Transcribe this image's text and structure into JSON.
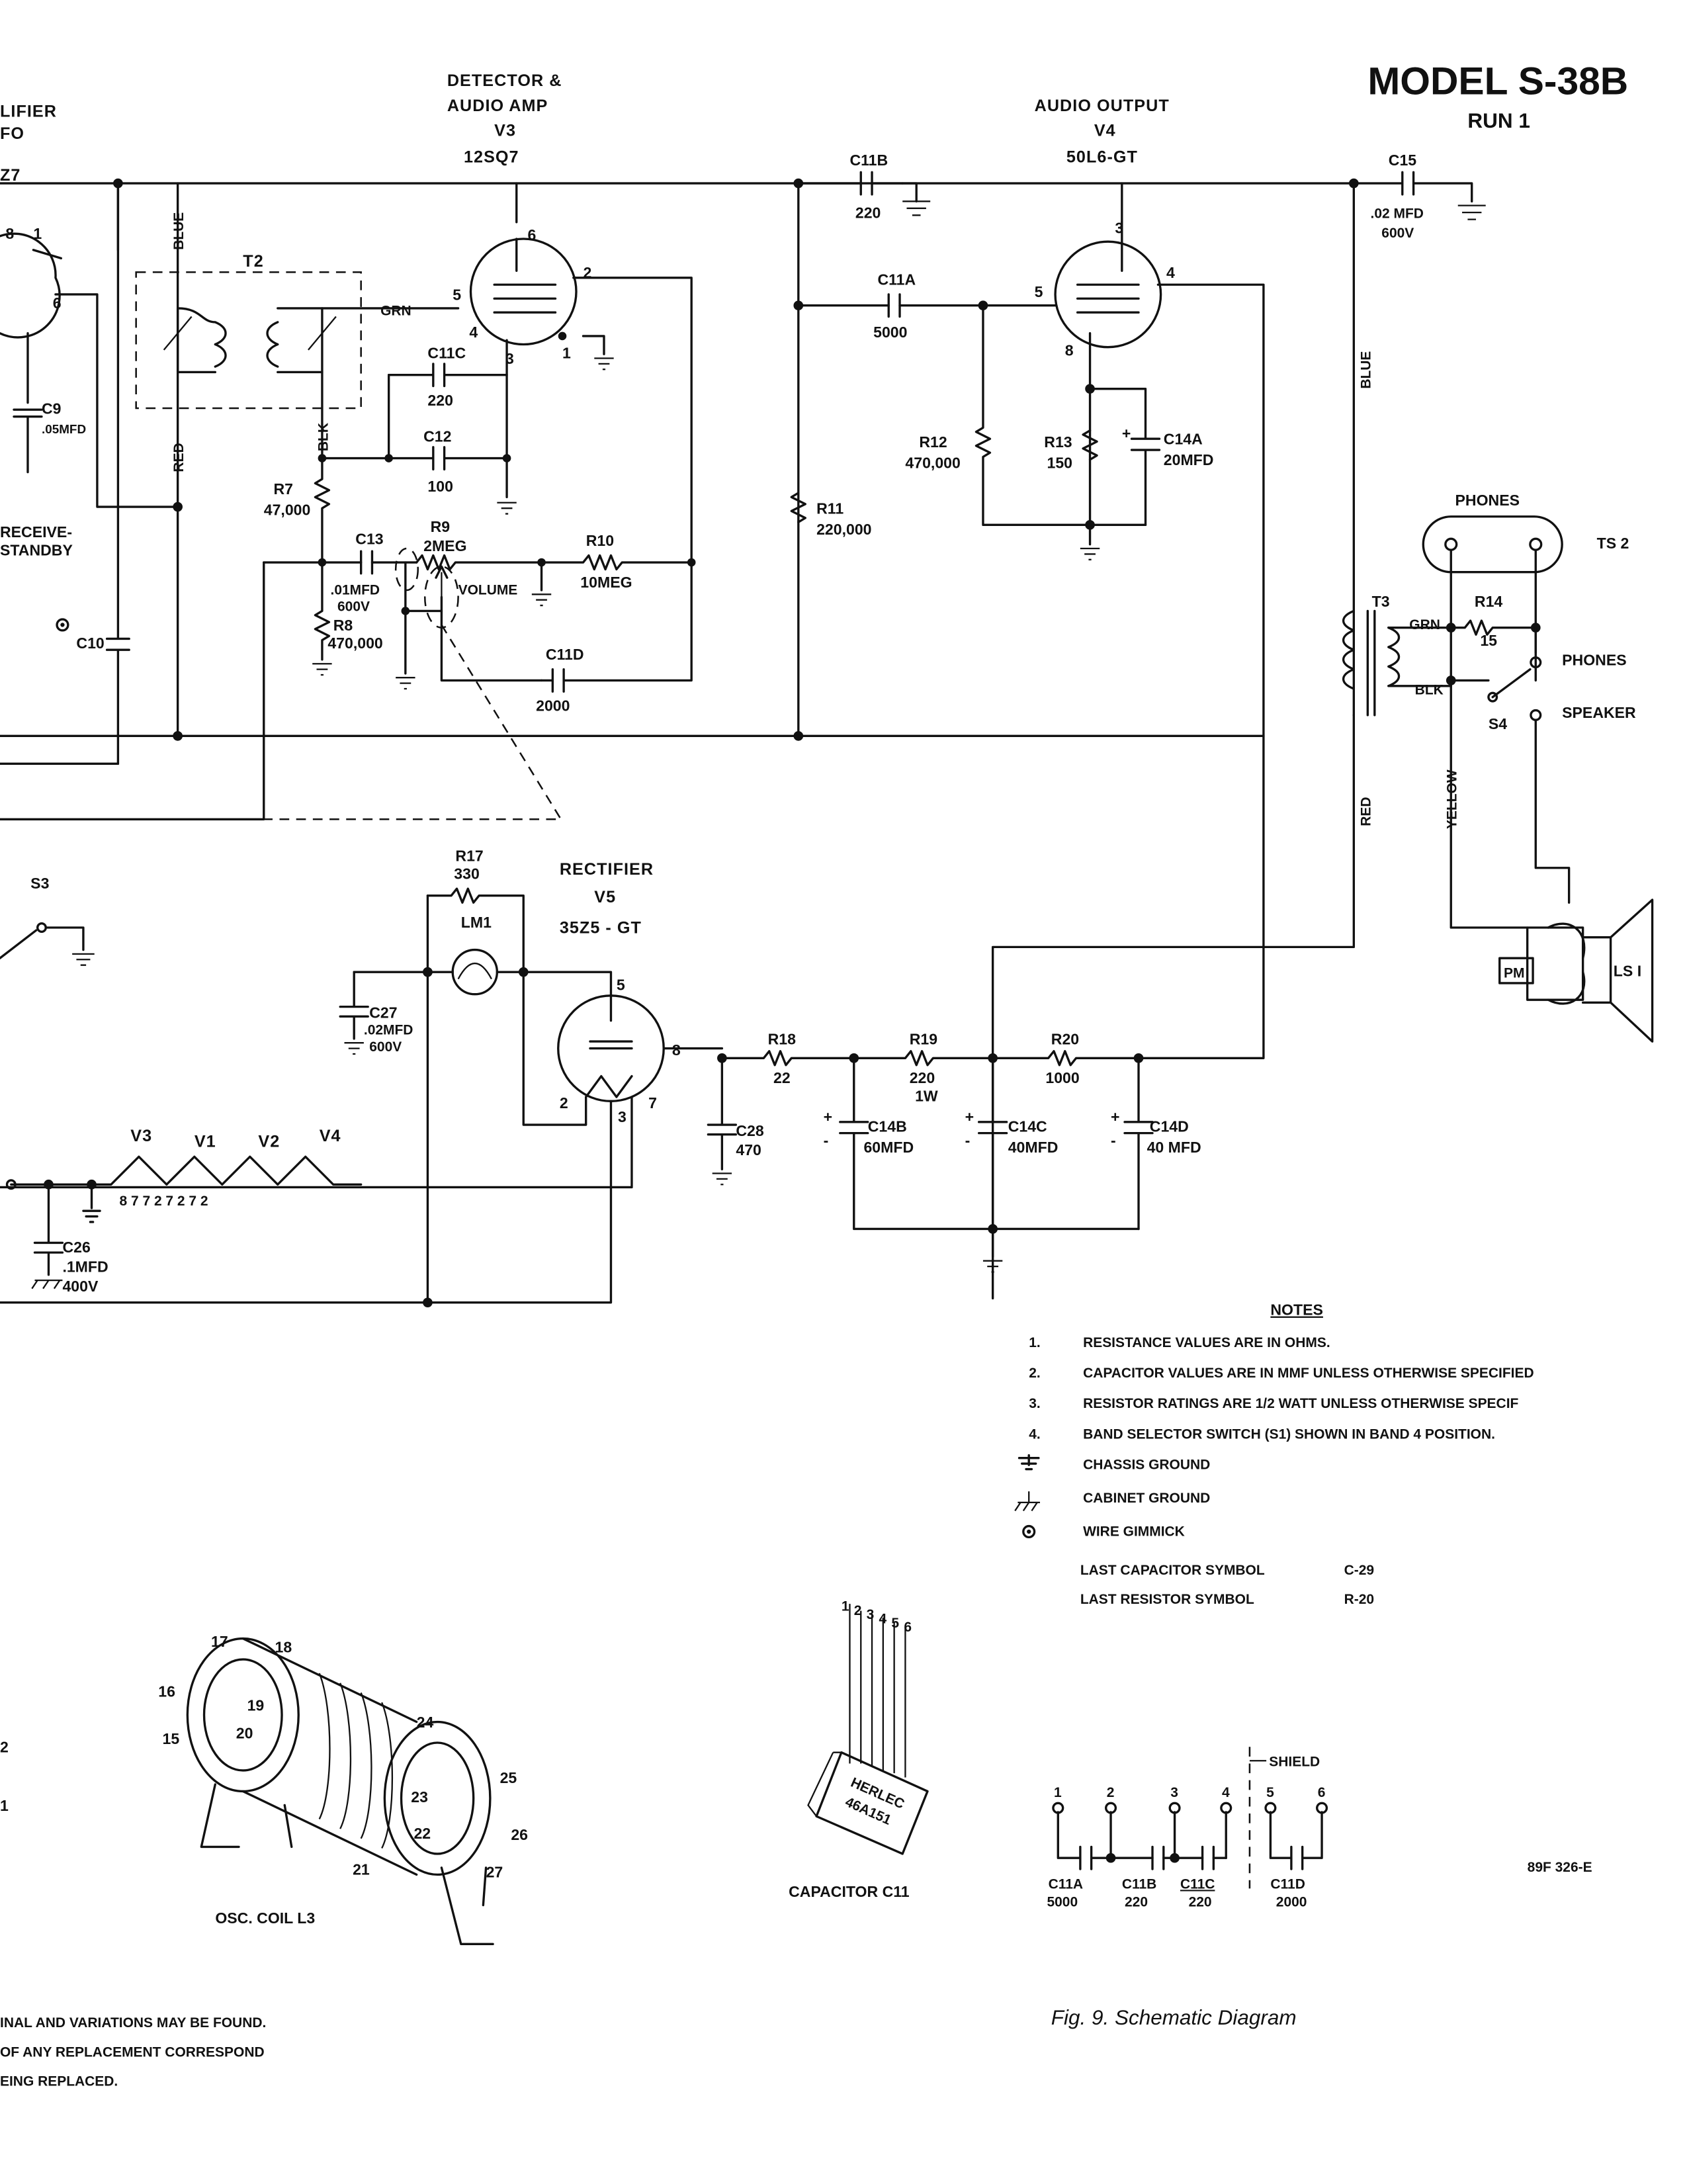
{
  "header": {
    "model": "MODEL S-38B",
    "run": "RUN 1"
  },
  "stages": {
    "left_partial_1": "LIFIER",
    "left_partial_2": "FO",
    "left_partial_3": "Z7",
    "detector_line1": "DETECTOR &",
    "detector_line2": "AUDIO AMP",
    "detector_tube": "V3",
    "detector_type": "12SQ7",
    "output_line1": "AUDIO OUTPUT",
    "output_tube": "V4",
    "output_type": "50L6-GT",
    "rectifier_line1": "RECTIFIER",
    "rectifier_tube": "V5",
    "rectifier_type": "35Z5 - GT"
  },
  "components": {
    "c11b": "C11B",
    "c11b_val": "220",
    "c11a": "C11A",
    "c11a_val": "5000",
    "c11c": "C11C",
    "c11c_val": "220",
    "c12": "C12",
    "c12_val": "100",
    "c15": "C15",
    "c15_val1": ".02 MFD",
    "c15_val2": "600V",
    "r12": "R12",
    "r12_val": "470,000",
    "r13": "R13",
    "r13_val": "150",
    "c14a": "C14A",
    "c14a_val": "20MFD",
    "r11": "R11",
    "r11_val": "220,000",
    "r7": "R7",
    "r7_val": "47,000",
    "r8": "R8",
    "r8_val": "470,000",
    "c13": "C13",
    "c13_val1": ".01MFD",
    "c13_val2": "600V",
    "r9": "R9",
    "r9_val": "2MEG",
    "volume": "VOLUME",
    "r10": "R10",
    "r10_val": "10MEG",
    "c11d": "C11D",
    "c11d_val": "2000",
    "c9": "C9",
    "c9_val": ".05MFD",
    "c10": "C10",
    "t2": "T2",
    "t3": "T3",
    "r14": "R14",
    "r14_val": "15",
    "r17": "R17",
    "r17_val": "330",
    "lm1": "LM1",
    "c27": "C27",
    "c27_val1": ".02MFD",
    "c27_val2": "600V",
    "r18": "R18",
    "r18_val": "22",
    "r19": "R19",
    "r19_val1": "220",
    "r19_val2": "1W",
    "r20": "R20",
    "r20_val": "1000",
    "c28": "C28",
    "c28_val": "470",
    "c14b": "C14B",
    "c14b_val": "60MFD",
    "c14c": "C14C",
    "c14c_val": "40MFD",
    "c14d": "C14D",
    "c14d_val": "40 MFD",
    "c26": "C26",
    "c26_val1": ".1MFD",
    "c26_val2": "400V",
    "s3": "S3",
    "s4": "S4",
    "ts2": "TS 2",
    "ls1": "LS I",
    "pm": "PM"
  },
  "wires": {
    "blue": "BLUE",
    "red": "RED",
    "blk": "BLK",
    "grn": "GRN",
    "yellow": "YELLOW",
    "blue2": "BLUE",
    "red2": "RED",
    "grn2": "GRN",
    "blk2": "BLK"
  },
  "switch": {
    "phones_title": "PHONES",
    "phones": "PHONES",
    "speaker": "SPEAKER",
    "receive": "RECEIVE-",
    "standby": "STANDBY"
  },
  "filament": {
    "v3": "V3",
    "v1": "V1",
    "v2": "V2",
    "v4": "V4",
    "pins": "8   7 7   2 7   2 7   2"
  },
  "notes": {
    "title": "NOTES",
    "items": [
      {
        "num": "1.",
        "text": "RESISTANCE VALUES ARE IN OHMS."
      },
      {
        "num": "2.",
        "text": "CAPACITOR VALUES ARE IN MMF UNLESS OTHERWISE SPECIFIED"
      },
      {
        "num": "3.",
        "text": "RESISTOR RATINGS ARE 1/2 WATT UNLESS OTHERWISE SPECIF"
      },
      {
        "num": "4.",
        "text": "BAND SELECTOR SWITCH (S1) SHOWN IN BAND 4 POSITION."
      }
    ],
    "chassis": "CHASSIS GROUND",
    "cabinet": "CABINET GROUND",
    "gimmick": "WIRE GIMMICK",
    "last_cap_label": "LAST CAPACITOR SYMBOL",
    "last_cap": "C-29",
    "last_res_label": "LAST RESISTOR SYMBOL",
    "last_res": "R-20"
  },
  "osc_coil": {
    "label": "OSC. COIL L3",
    "pins": [
      "17",
      "18",
      "16",
      "15",
      "19",
      "20",
      "24",
      "25",
      "23",
      "22",
      "21",
      "26",
      "27"
    ]
  },
  "capacitor_pack": {
    "label": "CAPACITOR C11",
    "brand": "HERLEC",
    "code": "46A151",
    "pins": [
      "1",
      "2",
      "3",
      "4",
      "5",
      "6"
    ],
    "shield": "SHIELD",
    "c11a": "C11A",
    "c11a_val": "5000",
    "c11b": "C11B",
    "c11b_val": "220",
    "c11c": "C11C",
    "c11c_val": "220",
    "c11d": "C11D",
    "c11d_val": "2000"
  },
  "footer": {
    "drawing_no": "89F 326-E",
    "caption": "Fig. 9. Schematic Diagram",
    "left_note_1": "INAL AND VARIATIONS MAY BE FOUND.",
    "left_note_2": "OF ANY REPLACEMENT CORRESPOND",
    "left_note_3": "EING REPLACED.",
    "left_pins_1": "2",
    "left_pins_2": "1"
  }
}
